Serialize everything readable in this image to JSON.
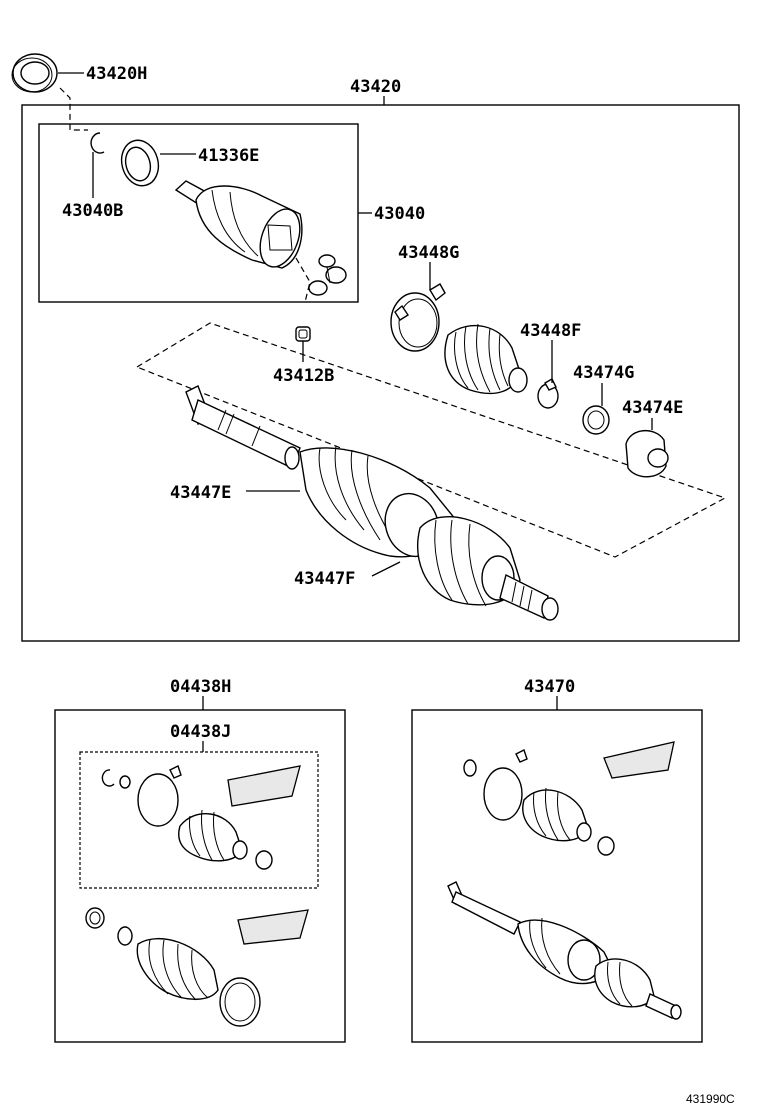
{
  "diagram": {
    "drawing_number": "431990C",
    "labels": {
      "p43420H": "43420H",
      "p43420": "43420",
      "p41336E": "41336E",
      "p43040B": "43040B",
      "p43040": "43040",
      "p43448G": "43448G",
      "p43448F": "43448F",
      "p43412B": "43412B",
      "p43474G": "43474G",
      "p43474E": "43474E",
      "p43447E": "43447E",
      "p43447F": "43447F",
      "p04438H": "04438H",
      "p04438J": "04438J",
      "p43470": "43470"
    }
  }
}
